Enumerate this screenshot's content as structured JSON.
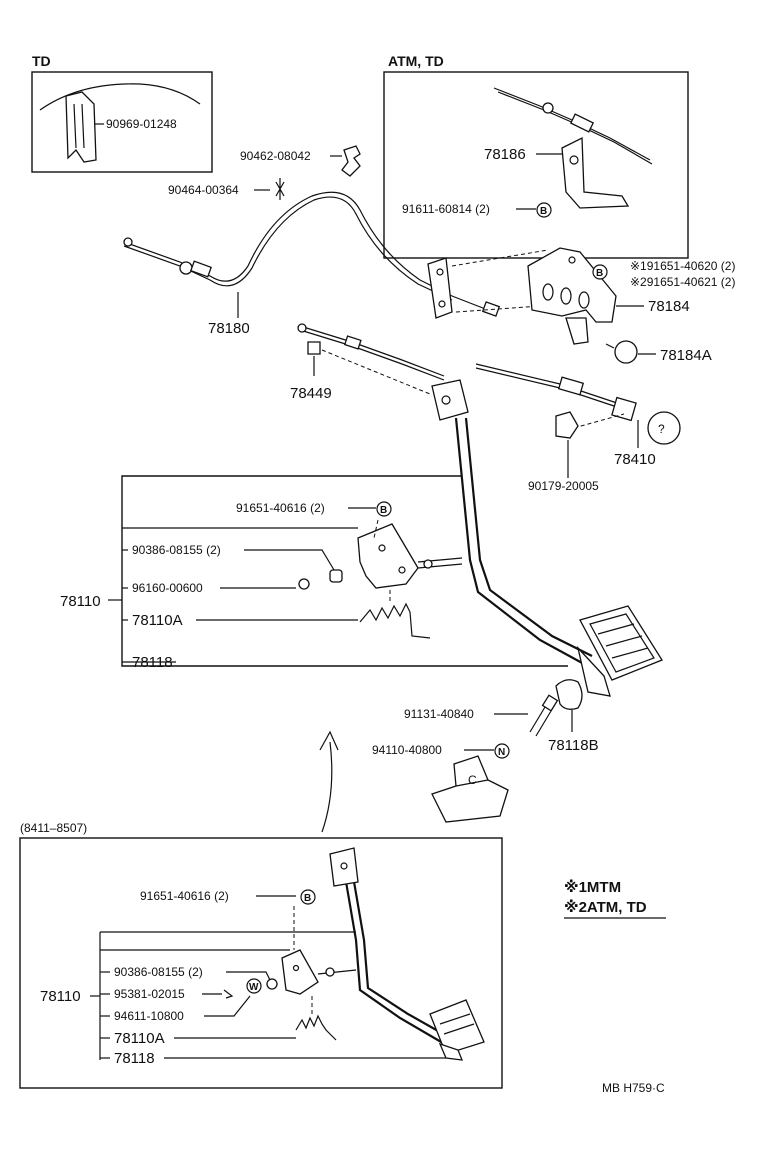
{
  "insets": {
    "td": {
      "title": "TD",
      "part": "90969-01248"
    },
    "atm_td": {
      "title": "ATM, TD",
      "bracket": "78186",
      "bolt": "91611-60814 (2)",
      "bolt_mark": "B"
    }
  },
  "parts": {
    "clamp_90462": "90462-08042",
    "clip_90464": "90464-00364",
    "cable": "78180",
    "bracket_78184": "78184",
    "bolt_1": "※191651-40620 (2)",
    "bolt_2": "※291651-40621 (2)",
    "bolt_mark": "B",
    "stopper": "78184A",
    "clip_78449": "78449",
    "knob": "78410",
    "grommet": "90179-20005",
    "bolt_91651": "91651-40616 (2)",
    "assy": "78110",
    "bushing": "90386-08155 (2)",
    "ring": "96160-00600",
    "spring": "78110A",
    "pedal": "78118",
    "bolt_91131": "91131-40840",
    "nut": "94110-40800",
    "nut_mark": "N",
    "pad": "78118B"
  },
  "variant": {
    "title": "(8411–8507)",
    "bolt": "91651-40616 (2)",
    "bolt_mark": "B",
    "bushing": "90386-08155 (2)",
    "ring": "95381-02015",
    "ring_mark": "W",
    "washer": "94611-10800",
    "assy": "78110",
    "spring": "78110A",
    "pedal": "78118"
  },
  "legend": {
    "line1": "※1MTM",
    "line2": "※2ATM, TD"
  },
  "footer": {
    "code": "MB  H759·C"
  }
}
